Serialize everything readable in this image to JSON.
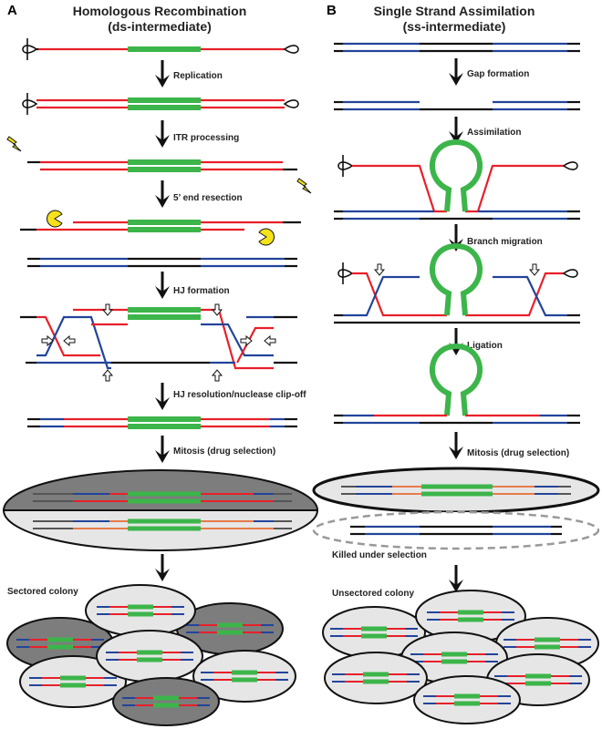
{
  "panel_a": {
    "letter": "A",
    "title_line1": "Homologous Recombination",
    "title_line2": "(ds-intermediate)",
    "steps": {
      "replication": "Replication",
      "itr_processing": "ITR processing",
      "end_resection": "5’ end resection",
      "hj_formation": "HJ formation",
      "hj_resolution": "HJ resolution/nuclease clip-off",
      "mitosis": "Mitosis (drug selection)"
    },
    "colony_label": "Sectored colony"
  },
  "panel_b": {
    "letter": "B",
    "title_line1": "Single Strand Assimilation",
    "title_line2": "(ss-intermediate)",
    "steps": {
      "gap_formation": "Gap formation",
      "assimilation": "Assimilation",
      "branch_migration": "Branch migration",
      "ligation": "Ligation",
      "mitosis": "Mitosis (drug selection)"
    },
    "killed_label": "Killed under selection",
    "colony_label": "Unsectored colony"
  },
  "colors": {
    "red_strand": "#e8202a",
    "blue_strand": "#22449a",
    "black_strand": "#111111",
    "green_cassette": "#3cb54a",
    "cell_light": "#e6e6e6",
    "cell_dark": "#7d7d7d"
  },
  "icons": [
    "itr-hairpin-icon",
    "lightning-icon",
    "pacman-nuclease-icon",
    "hollow-arrow-icon",
    "down-arrow-icon"
  ]
}
